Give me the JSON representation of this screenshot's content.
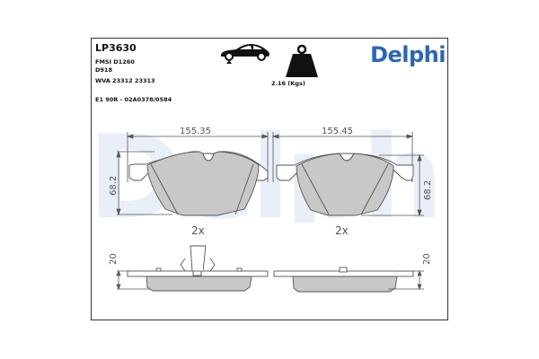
{
  "part": {
    "number": "LP3630",
    "fmsi": "FMSI D1260",
    "d_code": "D918",
    "wva": "WVA 23312 23313",
    "approval": "E1 90R - 02A0378/0584"
  },
  "weight": {
    "label": "2.16 (Kgs)",
    "icon": "weight-icon"
  },
  "axle_icon": "car-front-axle-icon",
  "brand": {
    "name": "Delphi",
    "color": "#2b66b3",
    "watermark_color": "#e8eff8"
  },
  "drawings": {
    "left": {
      "width_dim": "155.35",
      "height_dim": "68.2",
      "quantity": "2x",
      "thickness_dim": "20"
    },
    "right": {
      "width_dim": "155.45",
      "height_dim": "68.2",
      "quantity": "2x",
      "thickness_dim": "20"
    }
  },
  "colors": {
    "border": "#333333",
    "pad_fill": "#c8c8c8",
    "line": "#555555"
  }
}
